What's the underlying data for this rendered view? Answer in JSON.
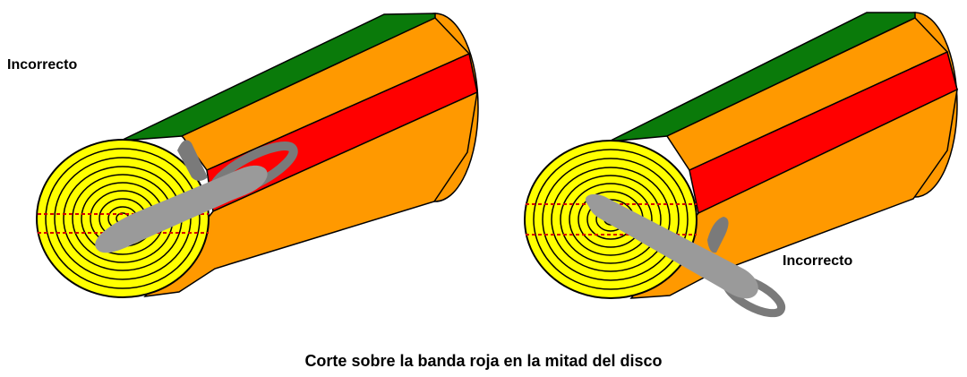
{
  "labels": {
    "left_log": "Incorrecto",
    "right_log": "Incorrecto"
  },
  "caption": "Corte sobre la banda roja en la mitad del disco",
  "colors": {
    "green_band": "#0a7a0a",
    "orange_band": "#ff9900",
    "red_band": "#ff0000",
    "end_face": "#ffff00",
    "growth_rings": "#000000",
    "cut_marks": "#d40000",
    "saw_bar": "#9a9a9a",
    "saw_chain": "#7a7a7a",
    "outline": "#000000"
  }
}
